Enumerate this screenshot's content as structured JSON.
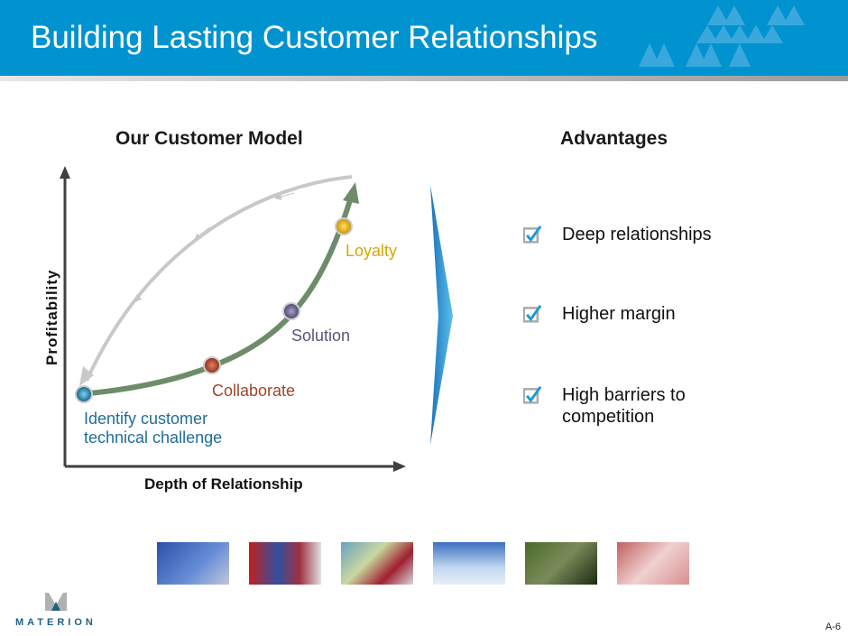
{
  "header": {
    "title": "Building Lasting Customer Relationships"
  },
  "model": {
    "heading": "Our Customer Model",
    "y_axis": "Profitability",
    "x_axis": "Depth of Relationship",
    "stages": [
      {
        "label": "Identify customer technical challenge",
        "color": "#1f6e97"
      },
      {
        "label": "Collaborate",
        "color": "#a0442a"
      },
      {
        "label": "Solution",
        "color": "#5a5478"
      },
      {
        "label": "Loyalty",
        "color": "#d9a400"
      }
    ]
  },
  "advantages": {
    "heading": "Advantages",
    "items": [
      "Deep relationships",
      "Higher margin",
      "High barriers to competition"
    ]
  },
  "photos": [
    "telecom-tower",
    "industrial-equipment",
    "automotive",
    "fighter-jet",
    "binoculars",
    "medical-imaging"
  ],
  "footer": {
    "logo": "MATERION",
    "page": "A-6"
  }
}
